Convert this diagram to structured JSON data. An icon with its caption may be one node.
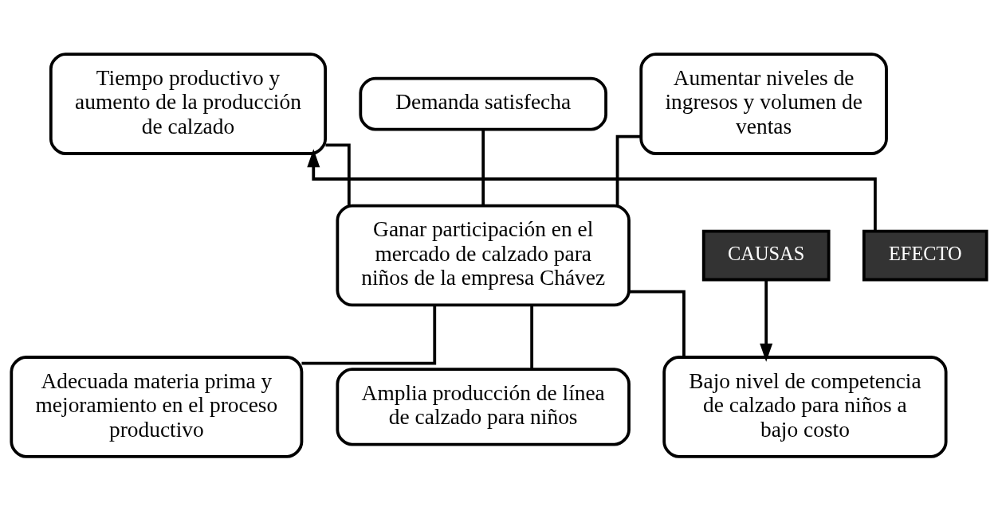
{
  "diagram": {
    "nodes": [
      {
        "text": [
          "Tiempo productivo y aumento de la producción de calzado"
        ]
      },
      {
        "text": [
          "Demanda satisfecha"
        ]
      },
      {
        "text": [
          "Aumentar niveles de ingresos y volumen de ventas"
        ]
      },
      {
        "text": [
          "Ganar participación en el mercado de calzado para niños de la empresa Chávez"
        ]
      },
      {
        "text": [
          "Adecuada materia prima y mejoramiento en el proceso productivo"
        ]
      },
      {
        "text": [
          "Amplia producción de línea de calzado para niños"
        ]
      },
      {
        "text": [
          "Bajo nivel de competencia de calzado para niños a bajo costo"
        ]
      },
      {
        "text": [
          "EFECTO"
        ]
      },
      {
        "text": [
          "CAUSAS"
        ]
      }
    ],
    "edges": [
      {
        "from": 3,
        "to": 0,
        "arrow": "none"
      },
      {
        "from": 3,
        "to": 1,
        "arrow": "none"
      },
      {
        "from": 3,
        "to": 2,
        "arrow": "none"
      },
      {
        "from": 4,
        "to": 3,
        "arrow": "none"
      },
      {
        "from": 5,
        "to": 3,
        "arrow": "none"
      },
      {
        "from": 6,
        "to": 3,
        "arrow": "none"
      },
      {
        "from": 7,
        "to": 0,
        "arrow": "to"
      },
      {
        "from": 8,
        "to": 6,
        "arrow": "to"
      }
    ]
  }
}
